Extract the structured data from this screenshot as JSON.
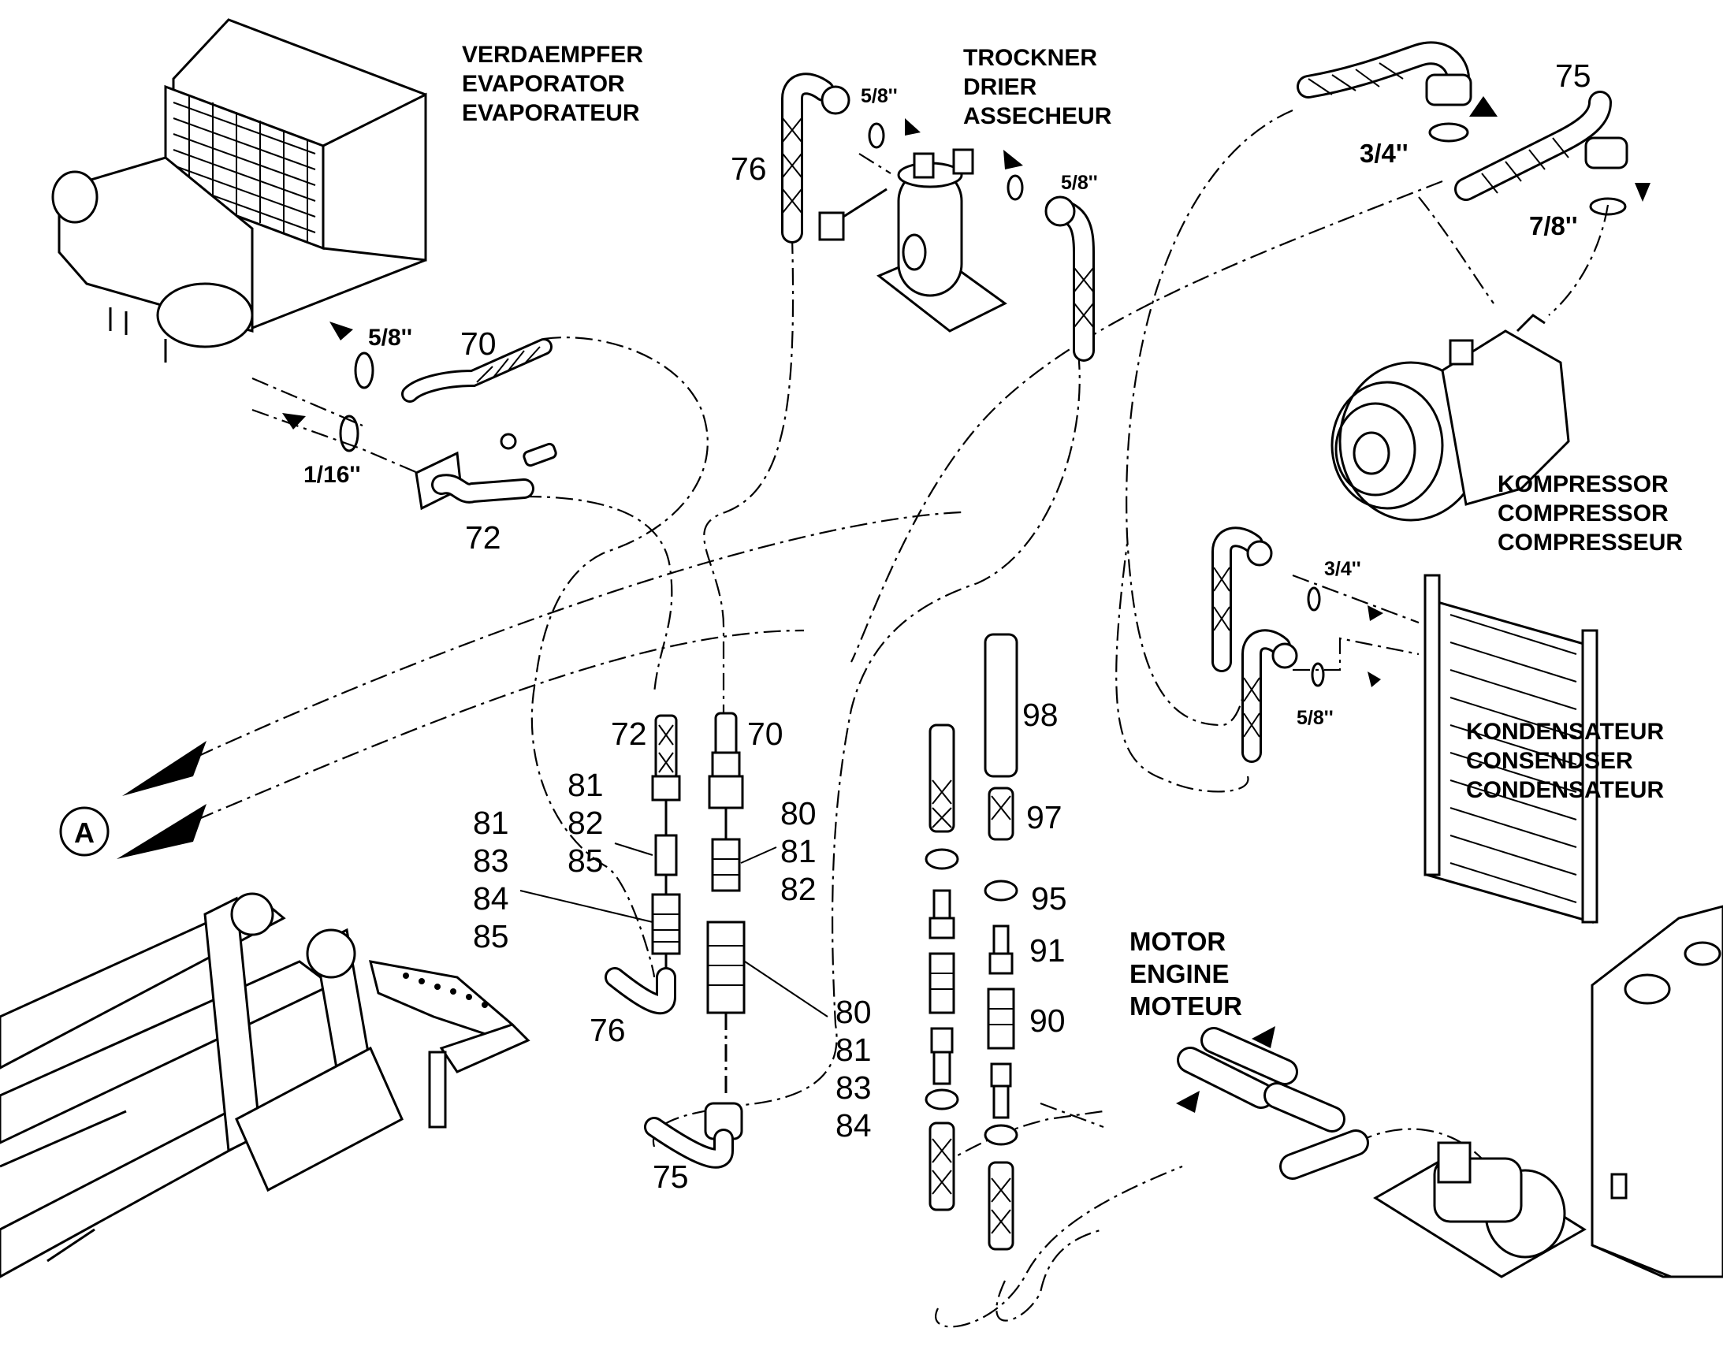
{
  "components": {
    "evaporator": [
      "VERDAEMPFER",
      "EVAPORATOR",
      "EVAPORATEUR"
    ],
    "drier": [
      "TROCKNER",
      "DRIER",
      "ASSECHEUR"
    ],
    "compressor": [
      "KOMPRESSOR",
      "COMPRESSOR",
      "COMPRESSEUR"
    ],
    "condenser": [
      "KONDENSATEUR",
      "CONSENDSER",
      "CONDENSATEUR"
    ],
    "engine": [
      "MOTOR",
      "ENGINE",
      "MOTEUR"
    ]
  },
  "connection_marker": "A",
  "sizes": {
    "evap_upper": "5/8''",
    "evap_lower": "1/16''",
    "drier_left": "5/8''",
    "drier_right": "5/8''",
    "comp_left": "3/4''",
    "comp_right": "7/8''",
    "cond_upper": "3/4''",
    "cond_lower": "5/8''"
  },
  "part_numbers": {
    "evap_hose": "70",
    "evap_pipe": "72",
    "drier_hose": "76",
    "comp_hose": "75",
    "col_a_top": "72",
    "col_a_mid": [
      "81",
      "82",
      "85"
    ],
    "col_a_low": [
      "81",
      "83",
      "84",
      "85"
    ],
    "col_a_bottom": "76",
    "col_b_top": "70",
    "col_b_mid": [
      "80",
      "81",
      "82"
    ],
    "col_b_low": [
      "80",
      "81",
      "83",
      "84"
    ],
    "col_b_bottom": "75",
    "col_d_98": "98",
    "col_d_97": "97",
    "col_d_95": "95",
    "col_d_91": "91",
    "col_d_90": "90"
  }
}
